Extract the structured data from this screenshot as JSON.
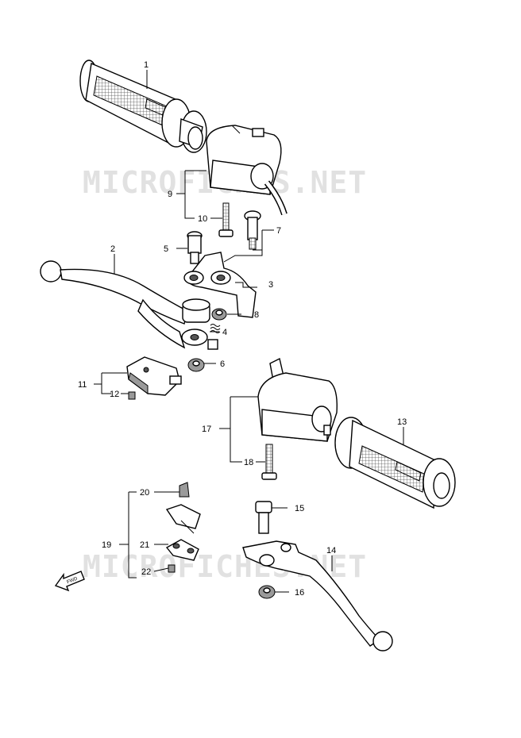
{
  "watermark": "MICROFICHES.NET",
  "direction_label": "FWD",
  "callouts": [
    {
      "id": "p1",
      "num": "1"
    },
    {
      "id": "p2",
      "num": "2"
    },
    {
      "id": "p3",
      "num": "3"
    },
    {
      "id": "p4",
      "num": "4"
    },
    {
      "id": "p5",
      "num": "5"
    },
    {
      "id": "p6",
      "num": "6"
    },
    {
      "id": "p7",
      "num": "7"
    },
    {
      "id": "p8",
      "num": "8"
    },
    {
      "id": "p9",
      "num": "9"
    },
    {
      "id": "p10",
      "num": "10"
    },
    {
      "id": "p11",
      "num": "11"
    },
    {
      "id": "p12",
      "num": "12"
    },
    {
      "id": "p13",
      "num": "13"
    },
    {
      "id": "p14",
      "num": "14"
    },
    {
      "id": "p15",
      "num": "15"
    },
    {
      "id": "p16",
      "num": "16"
    },
    {
      "id": "p17",
      "num": "17"
    },
    {
      "id": "p18",
      "num": "18"
    },
    {
      "id": "p19",
      "num": "19"
    },
    {
      "id": "p20",
      "num": "20"
    },
    {
      "id": "p21",
      "num": "21"
    },
    {
      "id": "p22",
      "num": "22"
    }
  ]
}
